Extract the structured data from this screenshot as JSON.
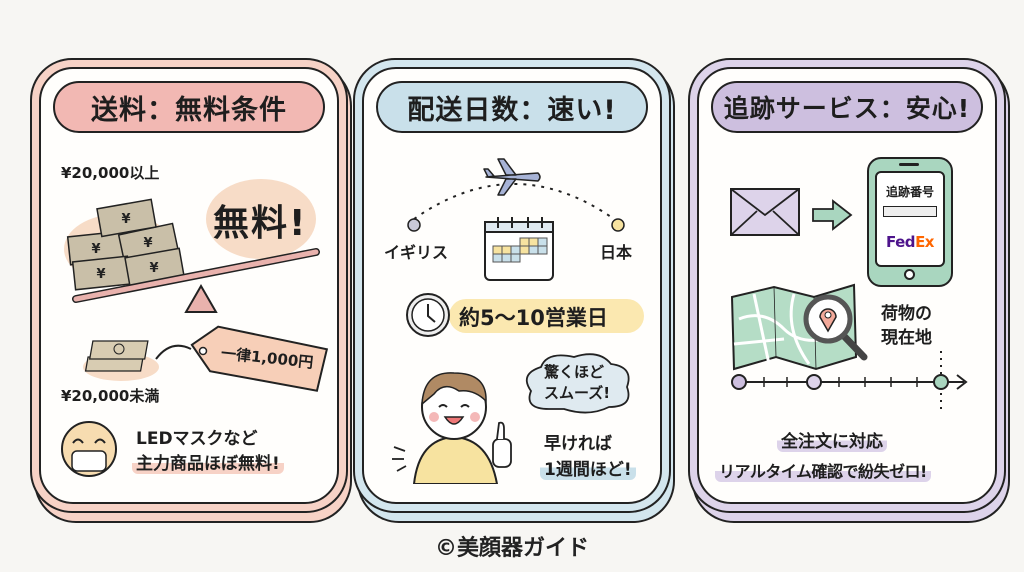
{
  "colors": {
    "background": "#f7f6f3",
    "card1_accent": "#f2b8b3",
    "card1_frame": "#f7d2c6",
    "card2_accent": "#c9e0ea",
    "card2_frame": "#d3e6ee",
    "card3_accent": "#cdbfdf",
    "card3_frame": "#ddd3ea",
    "yellow_highlight": "#fbe8b0",
    "mint": "#a9d6bf",
    "fedex_purple": "#4d148c",
    "fedex_orange": "#ff6600"
  },
  "cards": [
    {
      "title": "送料：無料条件",
      "threshold_label": "¥20,000以上",
      "free_badge": "無料!",
      "under_label": "¥20,000未満",
      "flat_fee_tag": "一律1,000円",
      "note_line1": "LEDマスクなど",
      "note_line2": "主力商品ほぼ無料!"
    },
    {
      "title": "配送日数：速い!",
      "origin": "イギリス",
      "destination": "日本",
      "duration": "約5〜10営業日",
      "bubble_line1": "驚くほど",
      "bubble_line2": "スムーズ!",
      "fast_line1": "早ければ",
      "fast_line2": "1週間ほど!"
    },
    {
      "title": "追跡サービス：安心!",
      "phone_label": "追跡番号",
      "carrier_logo_fed": "Fed",
      "carrier_logo_ex": "Ex",
      "location_line1": "荷物の",
      "location_line2": "現在地",
      "all_orders": "全注文に対応",
      "realtime": "リアルタイム確認で紛失ゼロ!"
    }
  ],
  "footer": {
    "copyright": "©美顔器ガイド"
  }
}
